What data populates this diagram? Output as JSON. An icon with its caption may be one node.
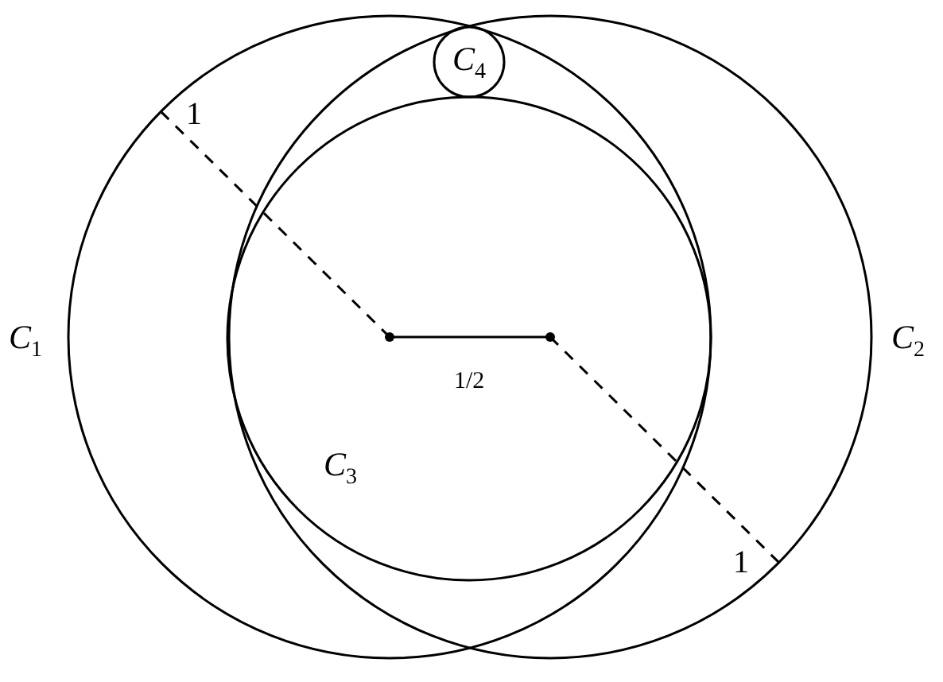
{
  "diagram": {
    "nodes": [
      {
        "text": [
          "C$_{1}$"
        ]
      },
      {
        "text": [
          "C$_{2}$"
        ]
      },
      {
        "text": [
          "C$_{3}$"
        ]
      },
      {
        "text": [
          "C$_{4}$"
        ]
      }
    ],
    "labels": [
      "1",
      "1/2",
      "1"
    ]
  }
}
